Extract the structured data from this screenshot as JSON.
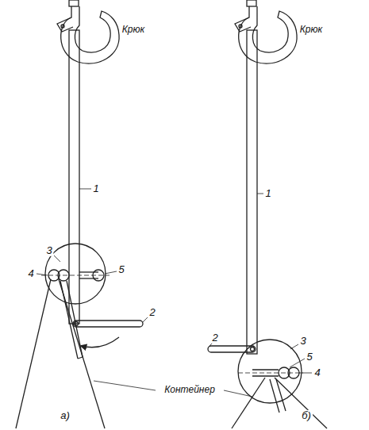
{
  "diagram": {
    "labels": [
      "Крюк",
      "Крюк",
      "1",
      "2",
      "3",
      "4",
      "5",
      "1",
      "2",
      "3",
      "5",
      "4",
      "Контейнер",
      "а)",
      "б)"
    ]
  }
}
